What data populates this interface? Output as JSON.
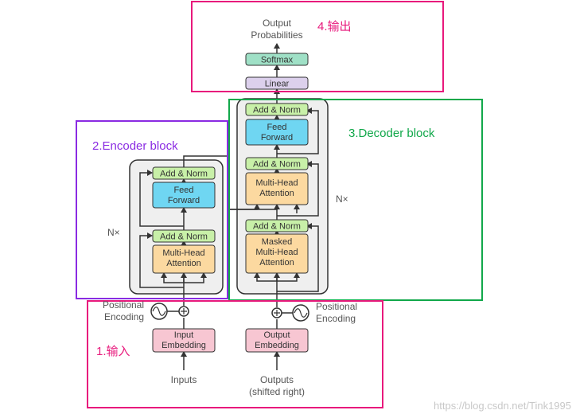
{
  "regions": {
    "input": {
      "label": "1.输入",
      "color": "#e8197c"
    },
    "encoder": {
      "label": "2.Encoder block",
      "color": "#8a2be2"
    },
    "decoder": {
      "label": "3.Decoder block",
      "color": "#11a84a"
    },
    "output": {
      "label": "4.输出",
      "color": "#e8197c"
    }
  },
  "output_probs": {
    "line1": "Output",
    "line2": "Probabilities"
  },
  "softmax": "Softmax",
  "linear": "Linear",
  "add_norm": "Add & Norm",
  "feed_forward": {
    "line1": "Feed",
    "line2": "Forward"
  },
  "mha": {
    "line1": "Multi-Head",
    "line2": "Attention"
  },
  "masked_mha": {
    "line1": "Masked",
    "line2": "Multi-Head",
    "line3": "Attention"
  },
  "nx": "N×",
  "positional_encoding": {
    "line1": "Positional",
    "line2": "Encoding"
  },
  "input_embedding": {
    "line1": "Input",
    "line2": "Embedding"
  },
  "output_embedding": {
    "line1": "Output",
    "line2": "Embedding"
  },
  "inputs": "Inputs",
  "outputs": {
    "line1": "Outputs",
    "line2": "(shifted right)"
  },
  "watermark": "https://blog.csdn.net/Tink1995"
}
